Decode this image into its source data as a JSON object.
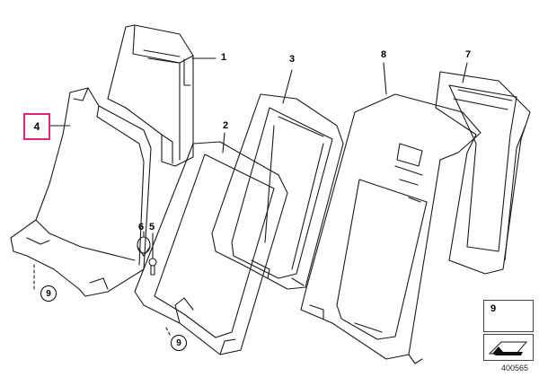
{
  "diagram": {
    "callouts": {
      "p1": "1",
      "p2": "2",
      "p3": "3",
      "p4": "4",
      "p5": "5",
      "p6": "6",
      "p7": "7",
      "p8": "8",
      "p9_left": "9",
      "p9_mid": "9"
    },
    "highlighted_part": "4",
    "legend": {
      "label": "9"
    },
    "diagram_id": "400565",
    "colors": {
      "highlight": "#e0237f",
      "line": "#1a1a1a"
    }
  }
}
